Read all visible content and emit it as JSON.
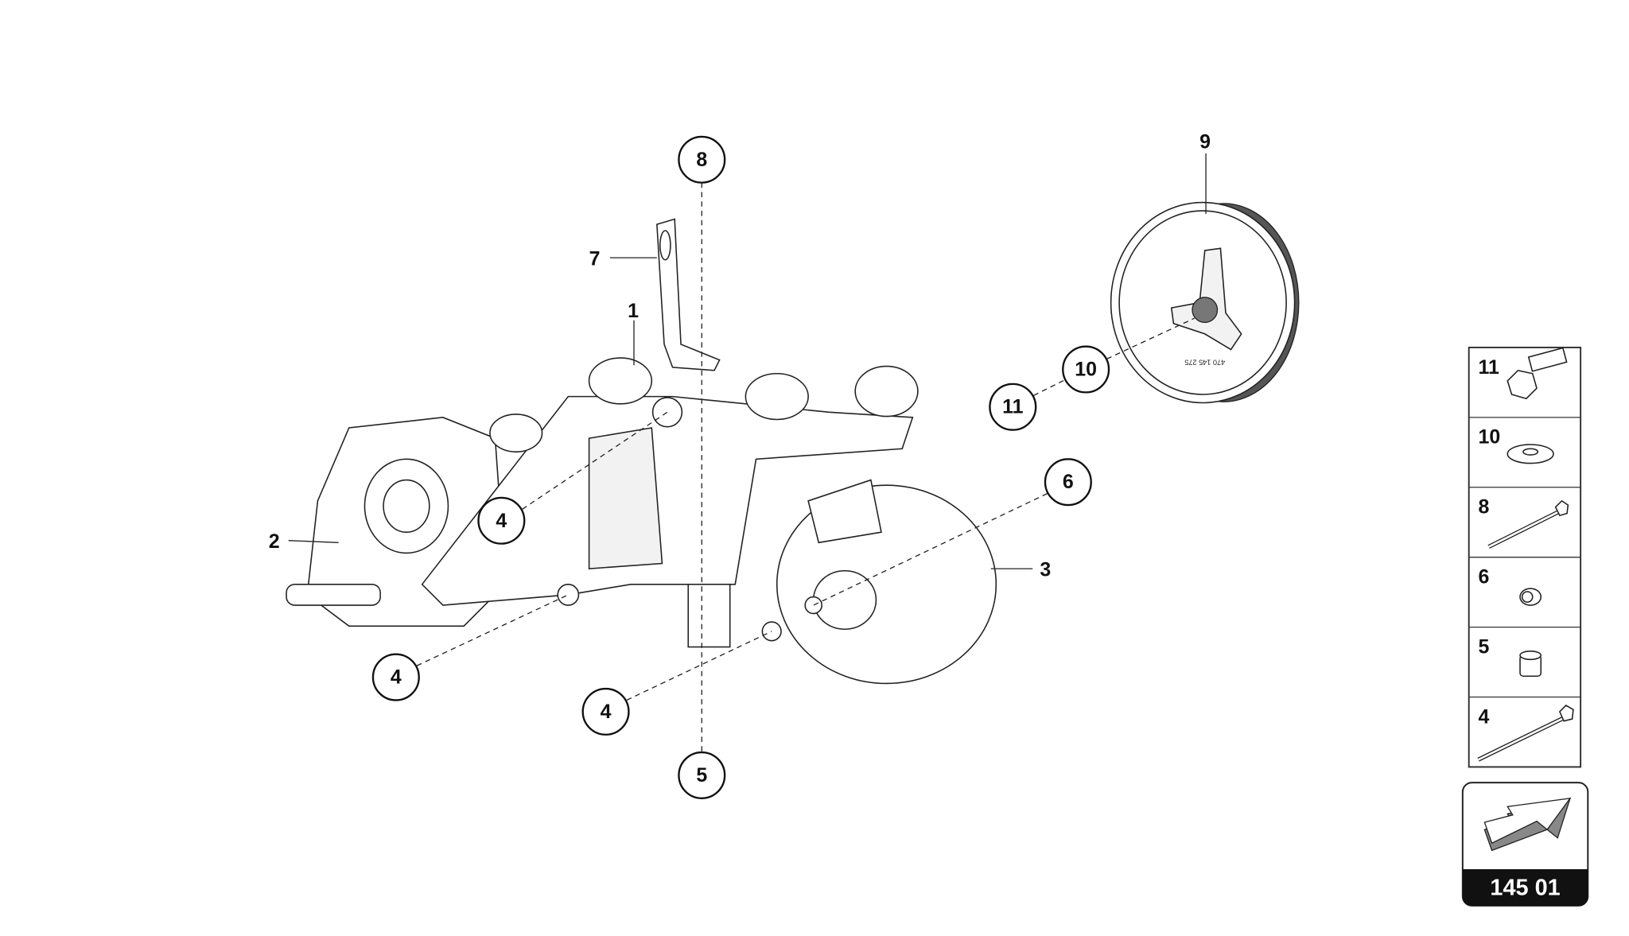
{
  "diagram": {
    "plain_labels": {
      "p1": "1",
      "p2": "2",
      "p3": "3",
      "p7": "7",
      "p9": "9"
    },
    "circled_labels": {
      "c8": "8",
      "c5": "5",
      "c4a": "4",
      "c4b": "4",
      "c4c": "4",
      "c6": "6",
      "c10": "10",
      "c11": "11"
    },
    "pulley_marking": "470 145 275"
  },
  "parts_panel": {
    "items": [
      {
        "number": "11",
        "icon": "flange-bolt-short-icon"
      },
      {
        "number": "10",
        "icon": "washer-icon"
      },
      {
        "number": "8",
        "icon": "long-bolt-icon"
      },
      {
        "number": "6",
        "icon": "nut-icon"
      },
      {
        "number": "5",
        "icon": "sleeve-bushing-icon"
      },
      {
        "number": "4",
        "icon": "long-bolt-icon"
      }
    ]
  },
  "reference": {
    "code": "145 01",
    "icon": "arrow-icon"
  }
}
